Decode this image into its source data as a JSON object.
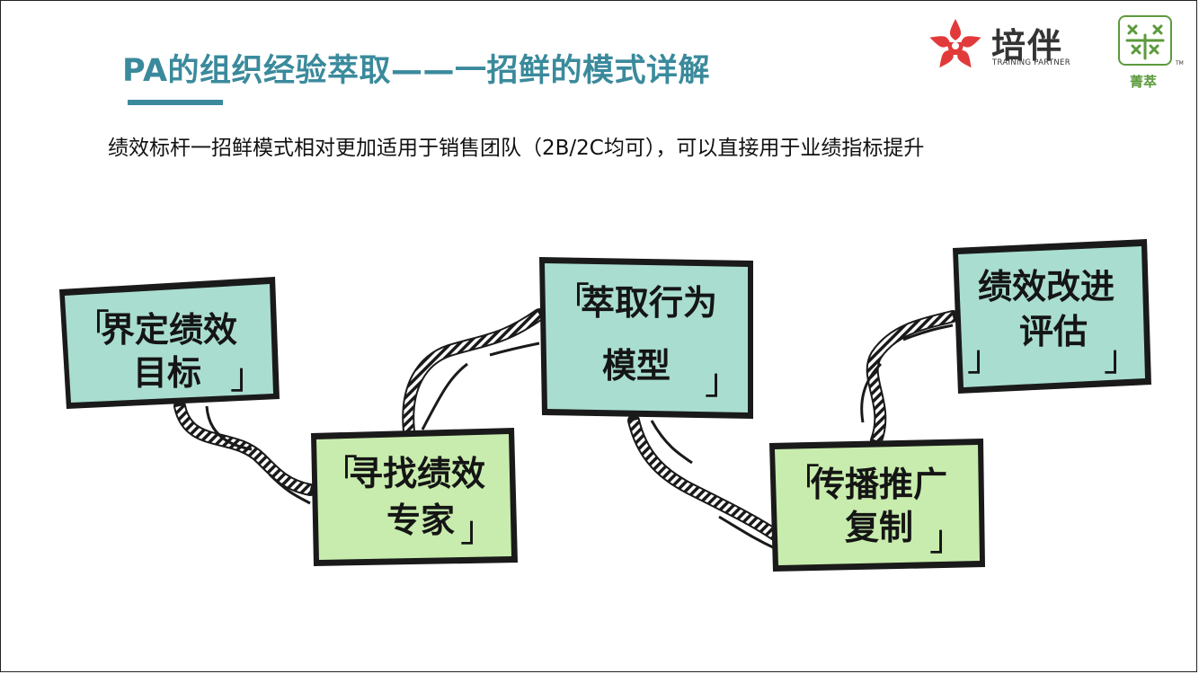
{
  "header": {
    "title": "PA的组织经验萃取——一招鲜的模式详解",
    "subtitle": "绩效标杆一招鲜模式相对更加适用于销售团队（2B/2C均可），可以直接用于业绩指标提升"
  },
  "logos": {
    "peiban_cn": "培伴",
    "peiban_en": "TRAINING PARTNER",
    "jingcui_cn": "菁萃",
    "jingcui_tm": "TM"
  },
  "steps": [
    {
      "line1": "界定绩效",
      "line2": "目标",
      "color": "#a9ddd0"
    },
    {
      "line1": "寻找绩效",
      "line2": "专家",
      "color": "#c8ecad"
    },
    {
      "line1": "萃取行为",
      "line2": "模型",
      "color": "#a9ddd0"
    },
    {
      "line1": "传播推广",
      "line2": "复制",
      "color": "#c8ecad"
    },
    {
      "line1": "绩效改进",
      "line2": "评估",
      "color": "#a9ddd0"
    }
  ],
  "colors": {
    "accent": "#3a8a9c",
    "star": "#e23a3a",
    "jingcui_green": "#5c9a3c"
  },
  "icons": [
    "peiban-star-icon",
    "jingcui-logo-icon",
    "dna-helix-icon"
  ]
}
